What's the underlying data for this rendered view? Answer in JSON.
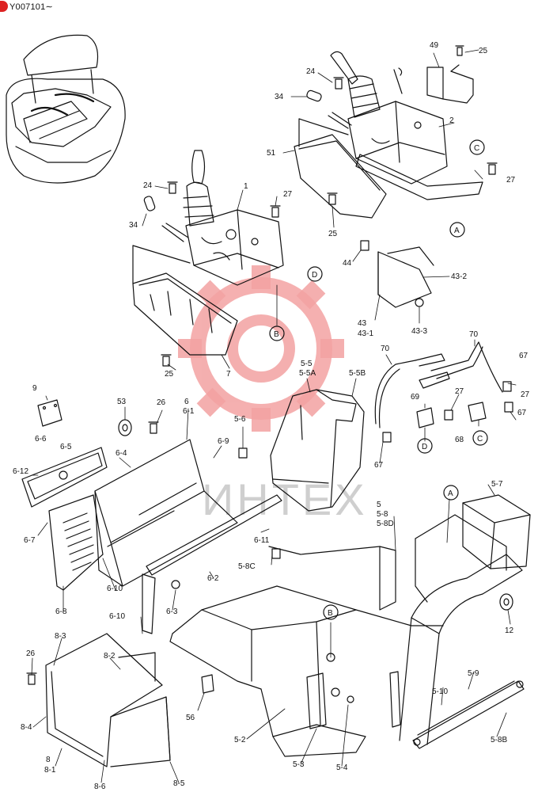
{
  "header": {
    "serial_range": "Y007101∼"
  },
  "watermark": {
    "text": "ИНТЕХ"
  },
  "colors": {
    "line": "#111111",
    "watermark_gear": "#f3a2a2",
    "watermark_text": "#cfcfcf",
    "badge": "#dd2222"
  },
  "callouts": [
    {
      "id": "c49",
      "text": "49"
    },
    {
      "id": "c25a",
      "text": "25"
    },
    {
      "id": "c24a",
      "text": "24"
    },
    {
      "id": "c34a",
      "text": "34"
    },
    {
      "id": "c2",
      "text": "2"
    },
    {
      "id": "c51",
      "text": "51"
    },
    {
      "id": "cC1",
      "text": "C"
    },
    {
      "id": "c27a",
      "text": "27"
    },
    {
      "id": "cA1",
      "text": "A"
    },
    {
      "id": "c24b",
      "text": "24"
    },
    {
      "id": "c1",
      "text": "1"
    },
    {
      "id": "c27b",
      "text": "27"
    },
    {
      "id": "c34b",
      "text": "34"
    },
    {
      "id": "c25b",
      "text": "25"
    },
    {
      "id": "c44",
      "text": "44"
    },
    {
      "id": "cD1",
      "text": "D"
    },
    {
      "id": "c43_2",
      "text": "43-2"
    },
    {
      "id": "c43",
      "text": "43"
    },
    {
      "id": "c43_1",
      "text": "43-1"
    },
    {
      "id": "c43_3",
      "text": "43-3"
    },
    {
      "id": "cB1",
      "text": "B"
    },
    {
      "id": "c7",
      "text": "7"
    },
    {
      "id": "c25c",
      "text": "25"
    },
    {
      "id": "c70a",
      "text": "70"
    },
    {
      "id": "c70b",
      "text": "70"
    },
    {
      "id": "c67a",
      "text": "67"
    },
    {
      "id": "c5_5",
      "text": "5-5"
    },
    {
      "id": "c5_5A",
      "text": "5-5A"
    },
    {
      "id": "c5_5B",
      "text": "5-5B"
    },
    {
      "id": "c9",
      "text": "9"
    },
    {
      "id": "c6",
      "text": "6"
    },
    {
      "id": "c6_1",
      "text": "6-1"
    },
    {
      "id": "c53",
      "text": "53"
    },
    {
      "id": "c26a",
      "text": "26"
    },
    {
      "id": "c69",
      "text": "69"
    },
    {
      "id": "c27c",
      "text": "27"
    },
    {
      "id": "c27d",
      "text": "27"
    },
    {
      "id": "c67b",
      "text": "67"
    },
    {
      "id": "c6_6",
      "text": "6-6"
    },
    {
      "id": "c6_5",
      "text": "6-5"
    },
    {
      "id": "c6_9",
      "text": "6-9"
    },
    {
      "id": "c5_6",
      "text": "5-6"
    },
    {
      "id": "cD2",
      "text": "D"
    },
    {
      "id": "c68",
      "text": "68"
    },
    {
      "id": "cC2",
      "text": "C"
    },
    {
      "id": "c67c",
      "text": "67"
    },
    {
      "id": "c6_12",
      "text": "6-12"
    },
    {
      "id": "c6_4",
      "text": "6-4"
    },
    {
      "id": "c6_7",
      "text": "6-7"
    },
    {
      "id": "c5_7",
      "text": "5-7"
    },
    {
      "id": "cA2",
      "text": "A"
    },
    {
      "id": "c5",
      "text": "5"
    },
    {
      "id": "c5_8",
      "text": "5-8"
    },
    {
      "id": "c5_8D",
      "text": "5-8D"
    },
    {
      "id": "c6_11",
      "text": "6-11"
    },
    {
      "id": "c6_10a",
      "text": "6-10"
    },
    {
      "id": "c5_8C",
      "text": "5-8C"
    },
    {
      "id": "c6_2",
      "text": "6-2"
    },
    {
      "id": "c6_8",
      "text": "6-8"
    },
    {
      "id": "c6_3",
      "text": "6-3"
    },
    {
      "id": "c6_10b",
      "text": "6-10"
    },
    {
      "id": "c12",
      "text": "12"
    },
    {
      "id": "cB2",
      "text": "B"
    },
    {
      "id": "c8_3",
      "text": "8-3"
    },
    {
      "id": "c8_2",
      "text": "8-2"
    },
    {
      "id": "c26b",
      "text": "26"
    },
    {
      "id": "c56",
      "text": "56"
    },
    {
      "id": "c5_9",
      "text": "5-9"
    },
    {
      "id": "c5_10",
      "text": "5-10"
    },
    {
      "id": "c8_4",
      "text": "8-4"
    },
    {
      "id": "c5_2",
      "text": "5-2"
    },
    {
      "id": "c8",
      "text": "8"
    },
    {
      "id": "c8_1",
      "text": "8-1"
    },
    {
      "id": "c5_3",
      "text": "5-3"
    },
    {
      "id": "c5_4",
      "text": "5-4"
    },
    {
      "id": "c5_8B",
      "text": "5-8B"
    },
    {
      "id": "c8_5",
      "text": "8-5"
    },
    {
      "id": "c8_6",
      "text": "8-6"
    }
  ]
}
